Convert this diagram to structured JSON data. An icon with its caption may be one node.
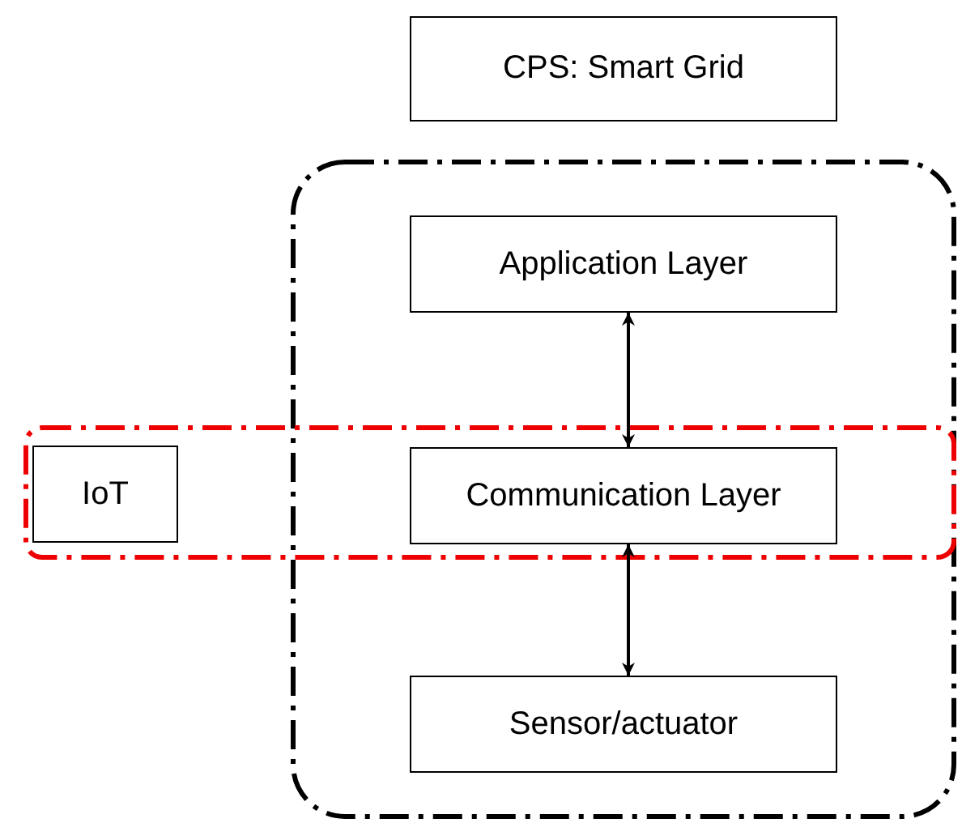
{
  "diagram": {
    "nodes": [
      {
        "text": [
          "CPS: Smart Grid"
        ]
      },
      {
        "text": [
          "Application Layer"
        ]
      },
      {
        "text": [
          "IoT"
        ]
      },
      {
        "text": [
          "Communication Layer"
        ]
      },
      {
        "text": [
          "Sensor/actuator"
        ]
      }
    ],
    "edges": [
      {
        "from": 1,
        "to": 3,
        "arrow": "both"
      },
      {
        "from": 3,
        "to": 4,
        "arrow": "both"
      }
    ]
  }
}
